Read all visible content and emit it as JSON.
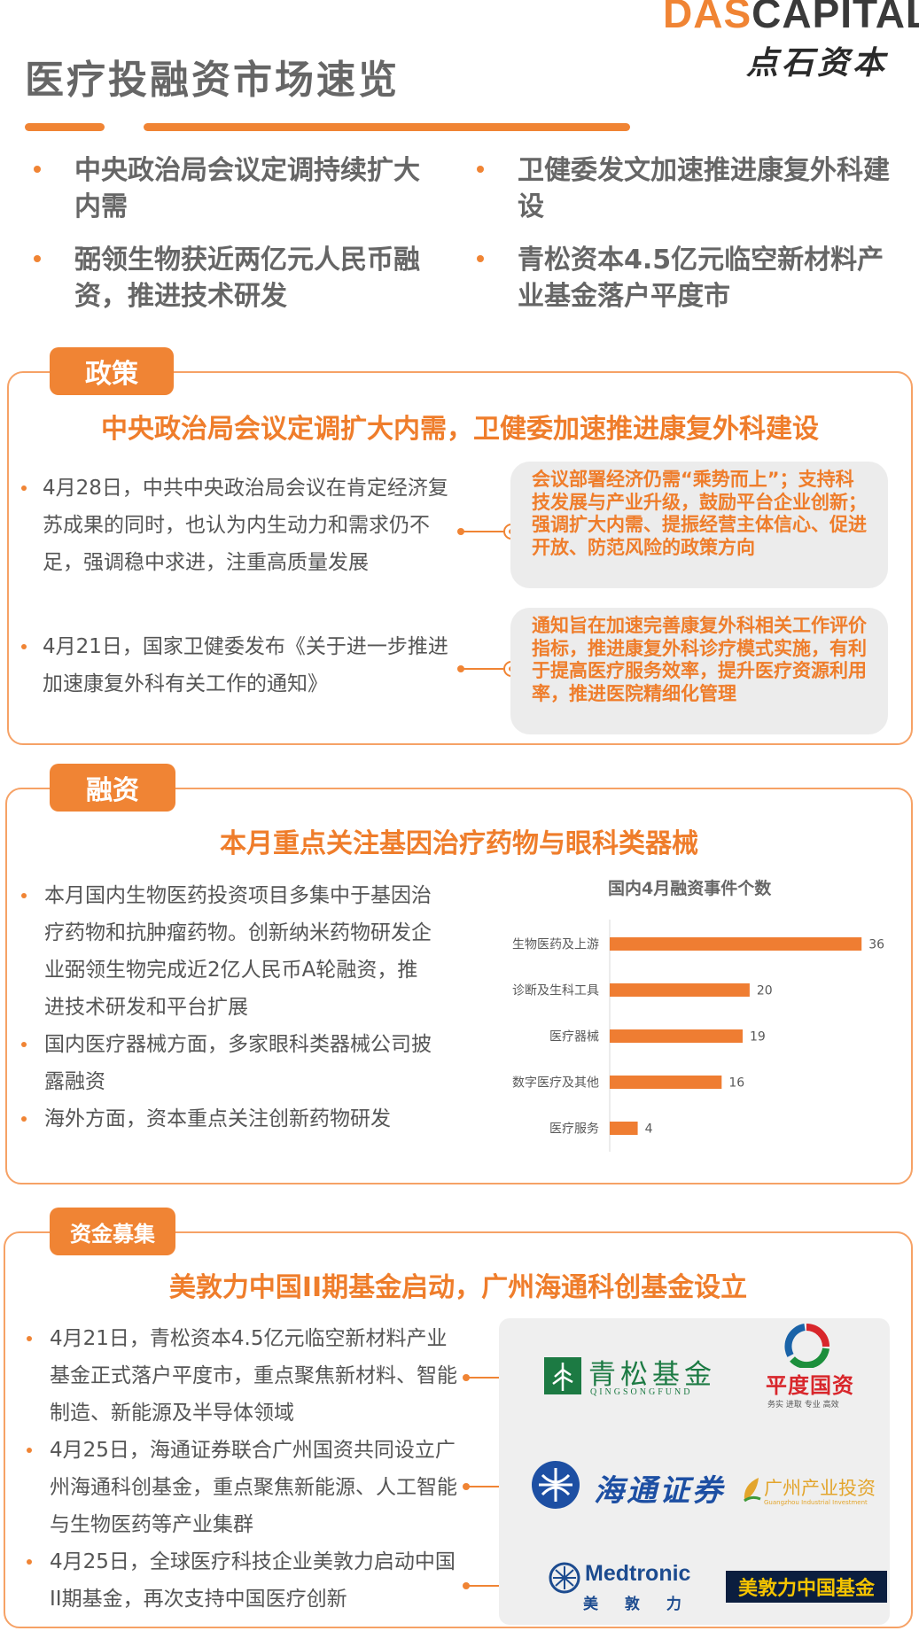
{
  "brand": {
    "en_part1": "DAS",
    "en_part2": "CAPITAL",
    "cn": "点石资本"
  },
  "page_title": "医疗投融资市场速览",
  "highlights": [
    "中央政治局会议定调持续扩大内需",
    "卫健委发文加速推进康复外科建设",
    "弼领生物获近两亿元人民币融资，推进技术研发",
    "青松资本4.5亿元临空新材料产业基金落户平度市"
  ],
  "policy": {
    "tag": "政策",
    "title": "中央政治局会议定调扩大内需，卫健委加速推进康复外科建设",
    "items": [
      {
        "text": "4月28日，中共中央政治局会议在肯定经济复苏成果的同时，也认为内生动力和需求仍不足，强调稳中求进，注重高质量发展",
        "note": "会议部署经济仍需“乘势而上”；支持科技发展与产业升级，鼓励平台企业创新；强调扩大内需、提振经营主体信心、促进开放、防范风险的政策方向"
      },
      {
        "text": "4月21日，国家卫健委发布《关于进一步推进加速康复外科有关工作的通知》",
        "note": "通知旨在加速完善康复外科相关工作评价指标，推进康复外科诊疗模式实施，有利于提高医疗服务效率，提升医疗资源利用率，推进医院精细化管理"
      }
    ]
  },
  "financing": {
    "tag": "融资",
    "title": "本月重点关注基因治疗药物与眼科类器械",
    "items": [
      "本月国内生物医药投资项目多集中于基因治疗药物和抗肿瘤药物。创新纳米药物研发企业弼领生物完成近2亿人民币A轮融资，推进技术研发和平台扩展",
      "国内医疗器械方面，多家眼科类器械公司披露融资",
      "海外方面，资本重点关注创新药物研发"
    ]
  },
  "chart_data": {
    "type": "bar",
    "orientation": "horizontal",
    "title": "国内4月融资事件个数",
    "categories": [
      "生物医药及上游",
      "诊断及生科工具",
      "医疗器械",
      "数字医疗及其他",
      "医疗服务"
    ],
    "values": [
      36,
      20,
      19,
      16,
      4
    ],
    "xlim": [
      0,
      38
    ],
    "color": "#ef7d32",
    "grid": false,
    "legend": "none"
  },
  "fundraising": {
    "tag": "资金募集",
    "title": "美敦力中国II期基金启动，广州海通科创基金设立",
    "items": [
      "4月21日，青松资本4.5亿元临空新材料产业基金正式落户平度市，重点聚焦新材料、智能制造、新能源及半导体领域",
      "4月25日，海通证券联合广州国资共同设立广州海通科创基金，重点聚焦新能源、人工智能与生物医药等产业集群",
      "4月25日，全球医疗科技企业美敦力启动中国II期基金，再次支持中国医疗创新"
    ],
    "logos": {
      "qingsong_cn": "青松基金",
      "qingsong_en": "QINGSONGFUND",
      "pingdu": "平度国资",
      "pingdu_sub": "务实 进取 专业 高效",
      "haitong": "海通证券",
      "gz_cn": "广州产业投资",
      "gz_en": "Guangzhou Industrial Investment",
      "medtronic_en": "Medtronic",
      "medtronic_cn": "美 敦 力",
      "medtronic_fund": "美敦力中国基金"
    }
  },
  "colors": {
    "accent": "#f08434",
    "title_orange": "#ef7d2b",
    "border": "#f6a266",
    "text": "#555555",
    "bubble_bg": "#ececec"
  }
}
